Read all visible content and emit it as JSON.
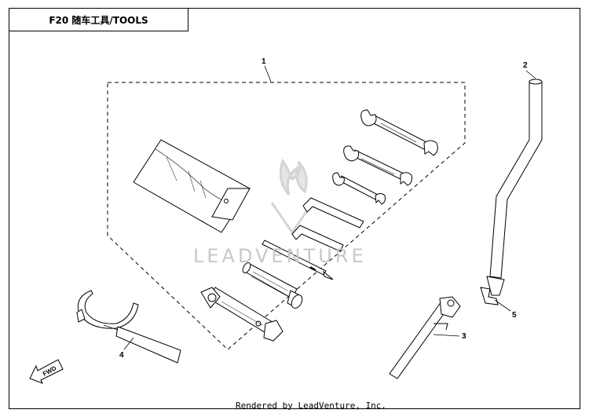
{
  "title": "F20 随车工具/TOOLS",
  "callouts": {
    "c1": "1",
    "c2": "2",
    "c3": "3",
    "c4": "4",
    "c5": "5"
  },
  "fwd_arrow_text": "FWD",
  "watermark": "LEADVENTURE",
  "footer": "Rendered by LeadVenture, Inc."
}
